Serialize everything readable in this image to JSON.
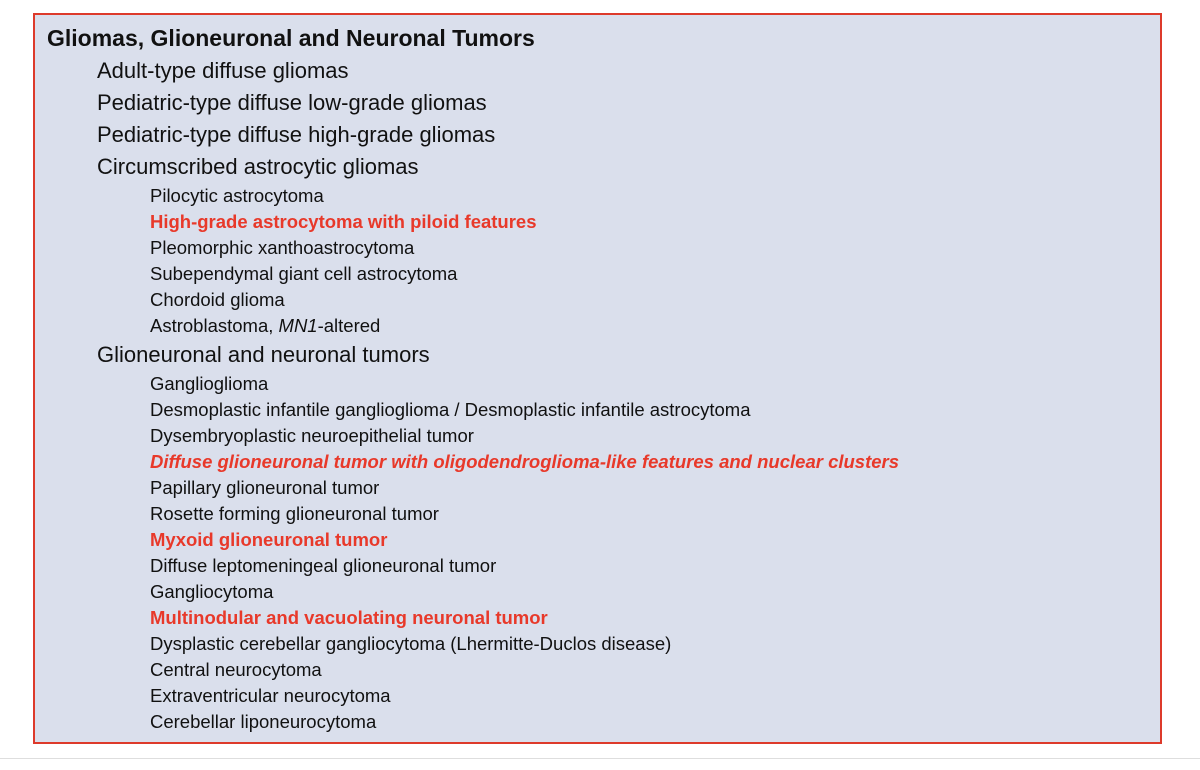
{
  "panel": {
    "title": "Gliomas, Glioneuronal and Neuronal Tumors",
    "background_color": "#dadfec",
    "border_color": "#dd3a2b",
    "highlight_color": "#e8392a",
    "items": [
      {
        "text": "Adult-type diffuse gliomas",
        "level": 1
      },
      {
        "text": "Pediatric-type diffuse low-grade gliomas",
        "level": 1
      },
      {
        "text": "Pediatric-type diffuse high-grade gliomas",
        "level": 1
      },
      {
        "text": "Circumscribed astrocytic gliomas",
        "level": 1
      },
      {
        "text": "Pilocytic astrocytoma",
        "level": 2
      },
      {
        "text": "High-grade astrocytoma with piloid features",
        "level": 2,
        "red": true
      },
      {
        "text": "Pleomorphic xanthoastrocytoma",
        "level": 2
      },
      {
        "text": "Subependymal giant cell astrocytoma",
        "level": 2
      },
      {
        "text": "Chordoid glioma",
        "level": 2
      },
      {
        "parts": [
          {
            "text": "Astroblastoma, "
          },
          {
            "text": "MN1",
            "italic": true
          },
          {
            "text": "-altered"
          }
        ],
        "level": 2
      },
      {
        "text": "Glioneuronal and neuronal tumors",
        "level": 1
      },
      {
        "text": "Ganglioglioma",
        "level": 2
      },
      {
        "text": "Desmoplastic infantile ganglioglioma / Desmoplastic infantile astrocytoma",
        "level": 2
      },
      {
        "text": "Dysembryoplastic neuroepithelial tumor",
        "level": 2
      },
      {
        "text": "Diffuse glioneuronal tumor with oligodendroglioma-like features and nuclear clusters",
        "level": 2,
        "red": true,
        "italic": true
      },
      {
        "text": "Papillary glioneuronal tumor",
        "level": 2
      },
      {
        "text": "Rosette forming glioneuronal tumor",
        "level": 2
      },
      {
        "text": "Myxoid glioneuronal tumor",
        "level": 2,
        "red": true
      },
      {
        "text": "Diffuse leptomeningeal glioneuronal tumor",
        "level": 2
      },
      {
        "text": "Gangliocytoma",
        "level": 2
      },
      {
        "text": "Multinodular and vacuolating neuronal tumor",
        "level": 2,
        "red": true
      },
      {
        "text": "Dysplastic cerebellar gangliocytoma (Lhermitte-Duclos disease)",
        "level": 2
      },
      {
        "text": "Central neurocytoma",
        "level": 2
      },
      {
        "text": "Extraventricular neurocytoma",
        "level": 2
      },
      {
        "text": "Cerebellar liponeurocytoma",
        "level": 2
      }
    ]
  }
}
